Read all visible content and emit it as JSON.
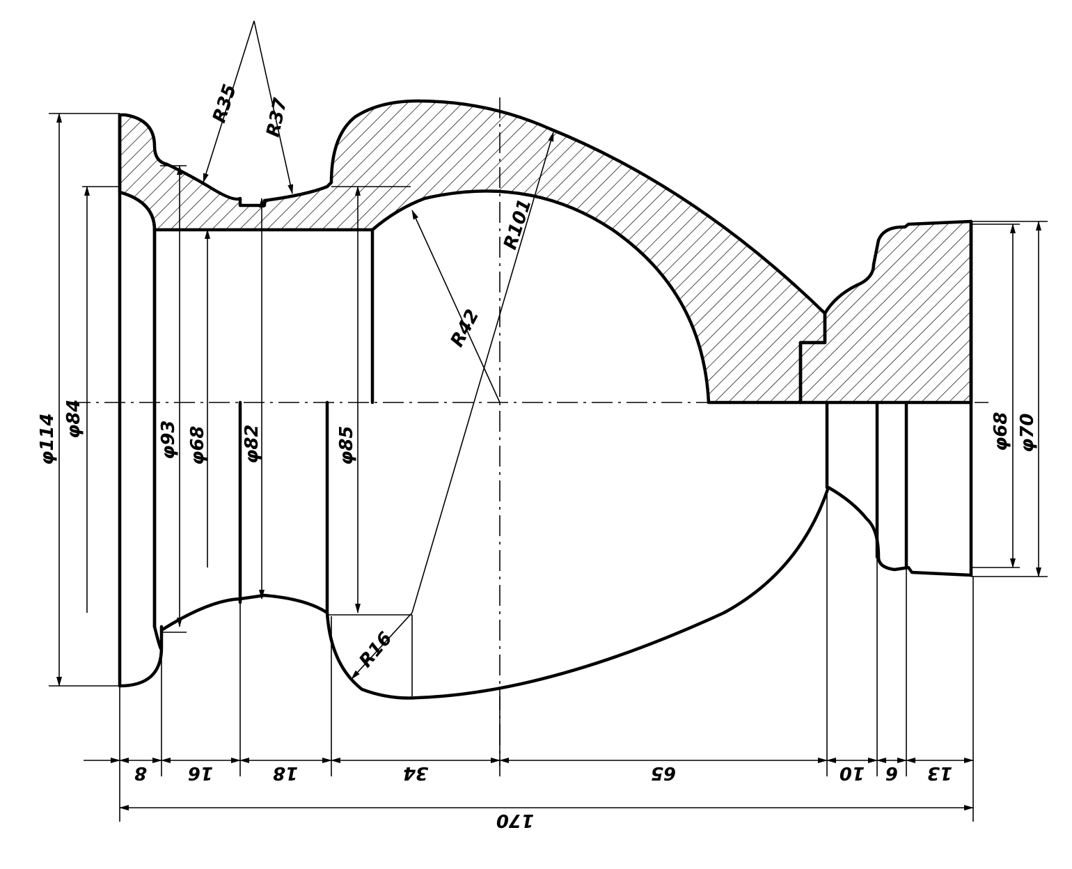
{
  "labels": {
    "r35": "R35",
    "r37": "R37",
    "r101": "R101",
    "r42": "R42",
    "r16": "R16",
    "d114": "φ114",
    "d84": "φ84",
    "d93": "φ93",
    "d68a": "φ68",
    "d82": "φ82",
    "d85": "φ85",
    "d68b": "φ68",
    "d70": "φ70",
    "len8": "8",
    "len16": "16",
    "len18": "18",
    "len34": "34",
    "len65": "65",
    "len10": "10",
    "len6": "6",
    "len13": "13",
    "total": "170"
  },
  "colors": {
    "ink": "#000000",
    "paper": "#ffffff"
  }
}
